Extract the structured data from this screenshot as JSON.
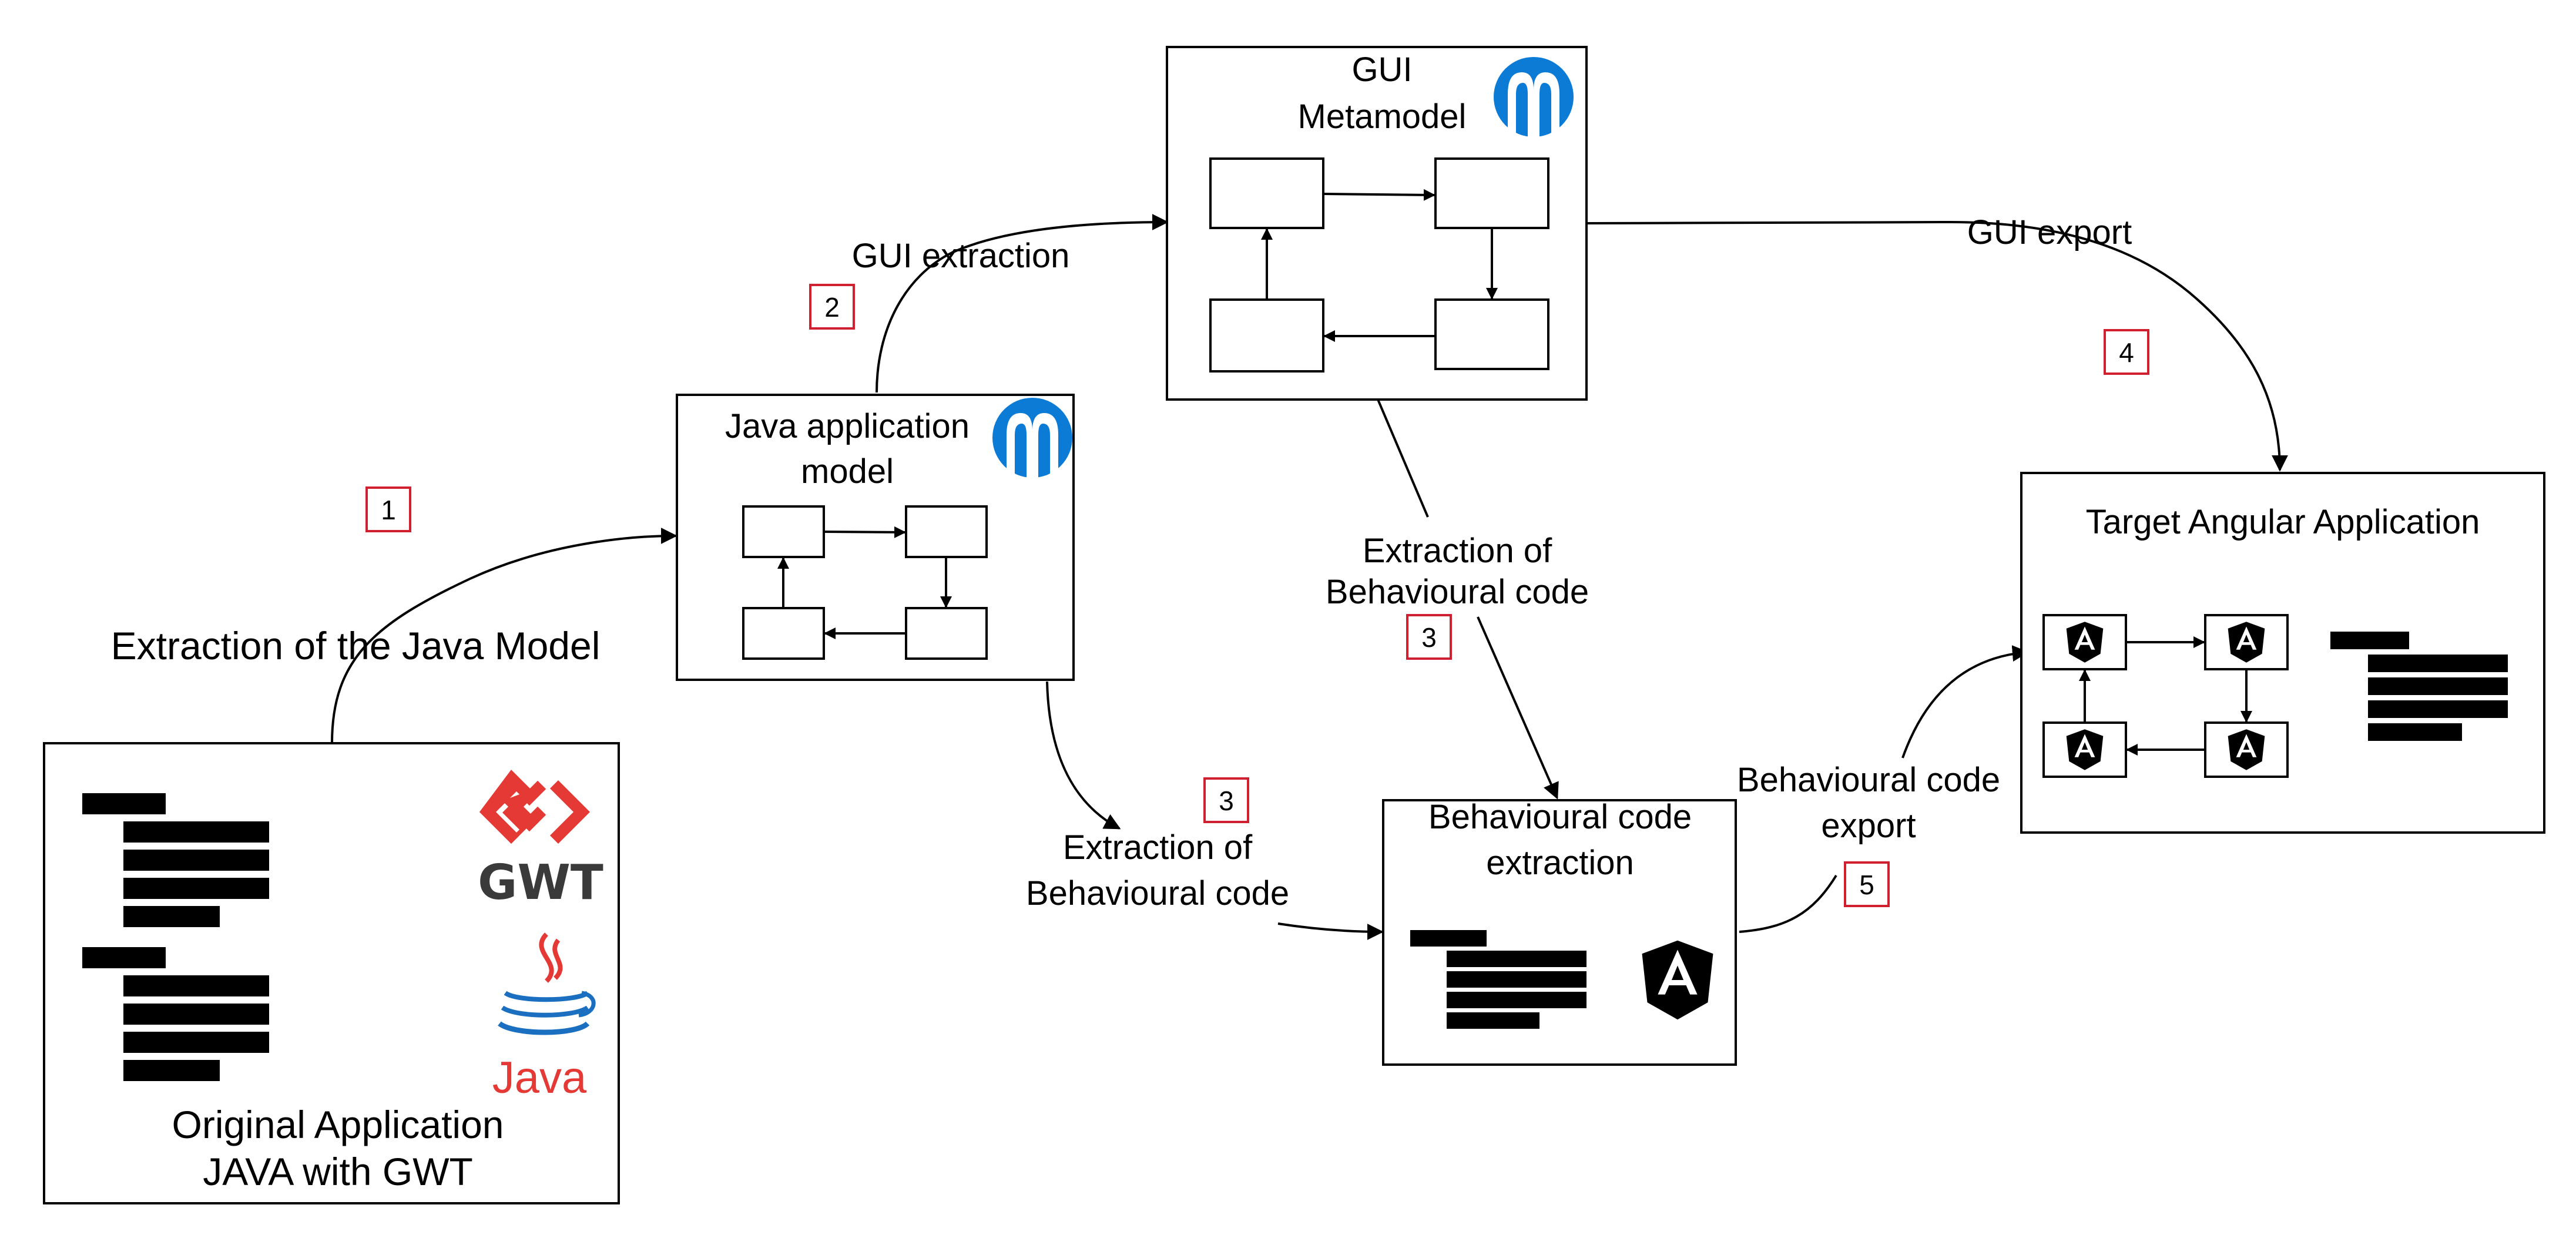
{
  "diagram": {
    "boxes": {
      "original": {
        "line1": "Original Application",
        "line2": "JAVA with GWT"
      },
      "java_model": {
        "line1": "Java application",
        "line2": "model"
      },
      "gui_metamodel": {
        "line1": "GUI",
        "line2": "Metamodel"
      },
      "behavioural": {
        "line1": "Behavioural code",
        "line2": "extraction"
      },
      "target": {
        "title": "Target Angular Application"
      }
    },
    "edges": {
      "extract_java": "Extraction of the Java Model",
      "gui_extraction": "GUI extraction",
      "gui_export": "GUI export",
      "beh_from_meta_l1": "Extraction of",
      "beh_from_meta_l2": "Behavioural code",
      "beh_from_java_l1": "Extraction of",
      "beh_from_java_l2": "Behavioural code",
      "beh_export_l1": "Behavioural code",
      "beh_export_l2": "export"
    },
    "steps": [
      "1",
      "2",
      "3",
      "3",
      "4",
      "5"
    ],
    "logos": {
      "gwt": "GWT",
      "java": "Java",
      "angular_glyph": "A"
    },
    "icons": [
      "eclipse-modeling-icon",
      "gwt-logo-icon",
      "java-logo-icon",
      "angular-logo-icon"
    ],
    "colors": {
      "step_border": "#d02030",
      "eclipse_blue": "#0b7bd6",
      "gwt_red": "#e53935",
      "java_red": "#e53935",
      "java_blue": "#1b6fc0",
      "gwt_text": "#3a3a3a"
    }
  }
}
